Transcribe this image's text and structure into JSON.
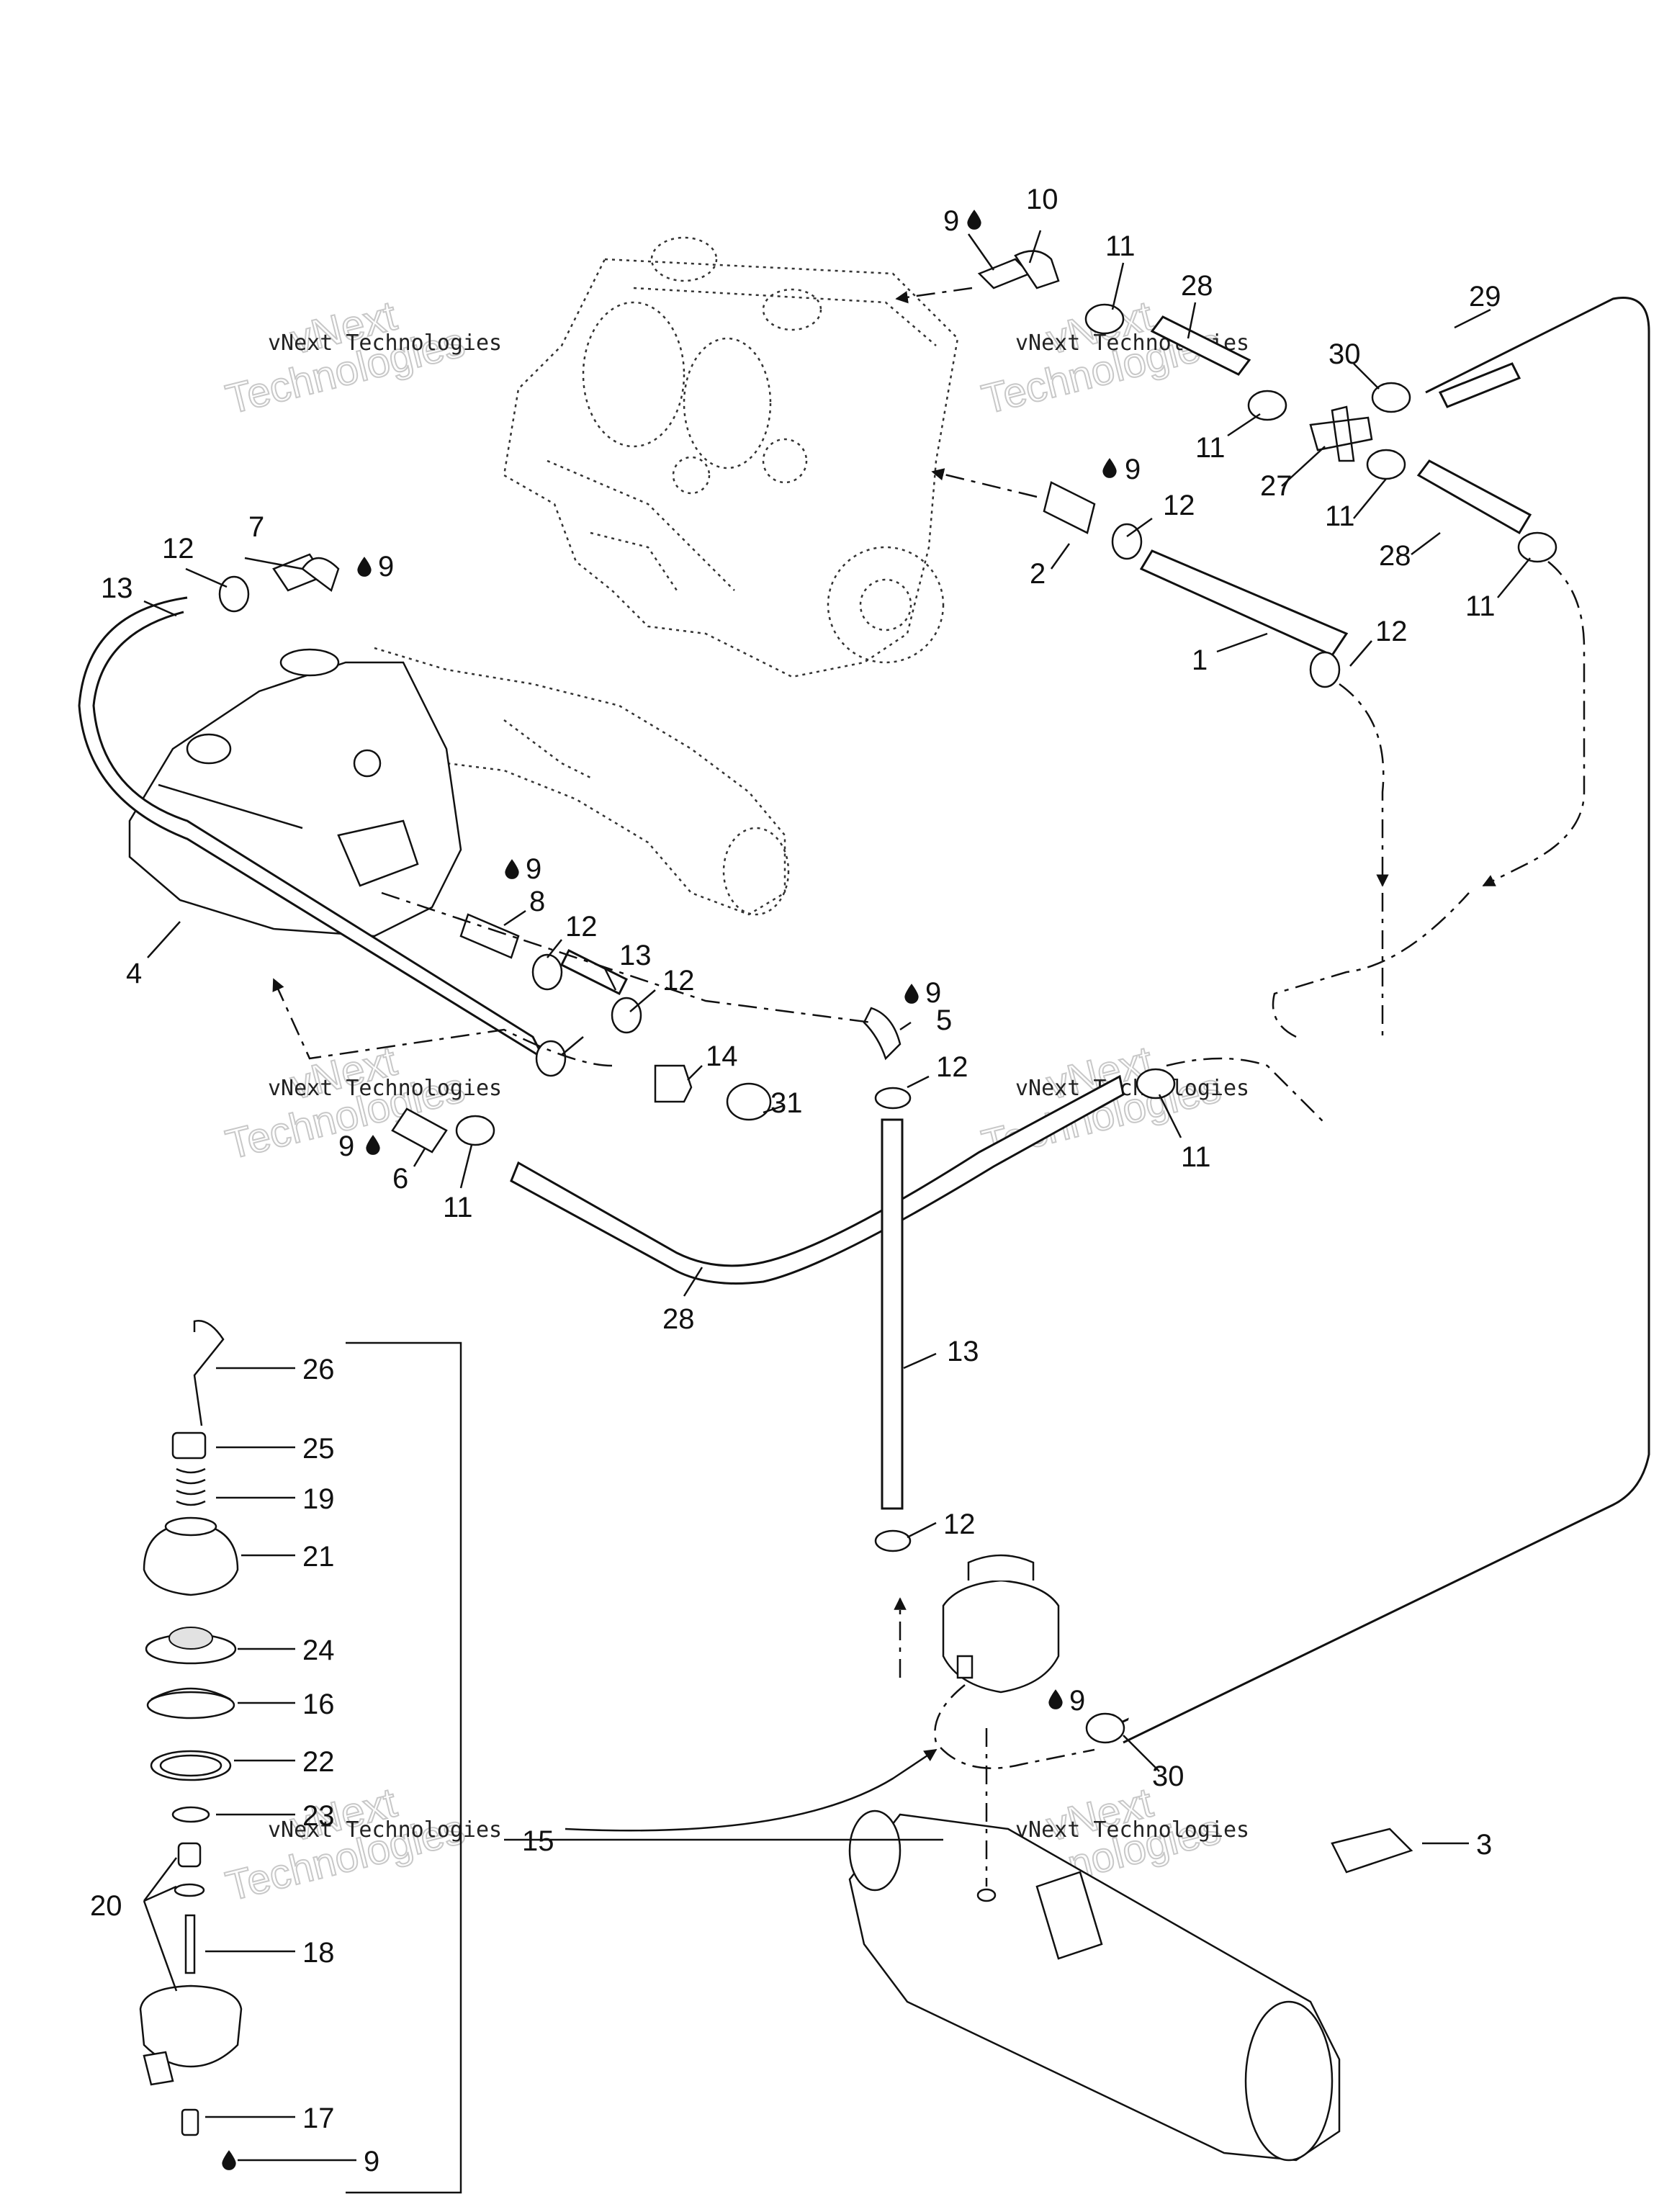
{
  "watermark": {
    "line1": "vNext Technologies",
    "line2a": "vNext",
    "line2b": "Technologies"
  },
  "labels": {
    "p1": "1",
    "p2": "2",
    "p3": "3",
    "p4": "4",
    "p5": "5",
    "p6": "6",
    "p7": "7",
    "p8": "8",
    "p9a": "9",
    "p9b": "9",
    "p9c": "9",
    "p9d": "9",
    "p9e": "9",
    "p9f": "9",
    "p9g": "9",
    "p9h": "9",
    "p10": "10",
    "p11a": "11",
    "p11b": "11",
    "p11c": "11",
    "p11d": "11",
    "p11e": "11",
    "p11f": "11",
    "p12a": "12",
    "p12b": "12",
    "p12c": "12",
    "p12d": "12",
    "p12e": "12",
    "p12f": "12",
    "p12g": "12",
    "p13a": "13",
    "p13b": "13",
    "p13c": "13",
    "p14": "14",
    "p15": "15",
    "p16": "16",
    "p17": "17",
    "p18": "18",
    "p19": "19",
    "p20": "20",
    "p21": "21",
    "p22": "22",
    "p23": "23",
    "p24": "24",
    "p25": "25",
    "p26": "26",
    "p27": "27",
    "p28a": "28",
    "p28b": "28",
    "p28c": "28",
    "p29": "29",
    "p30a": "30",
    "p30b": "30",
    "p31": "31"
  },
  "icons": {
    "lubricant": "oil-drop-icon"
  }
}
